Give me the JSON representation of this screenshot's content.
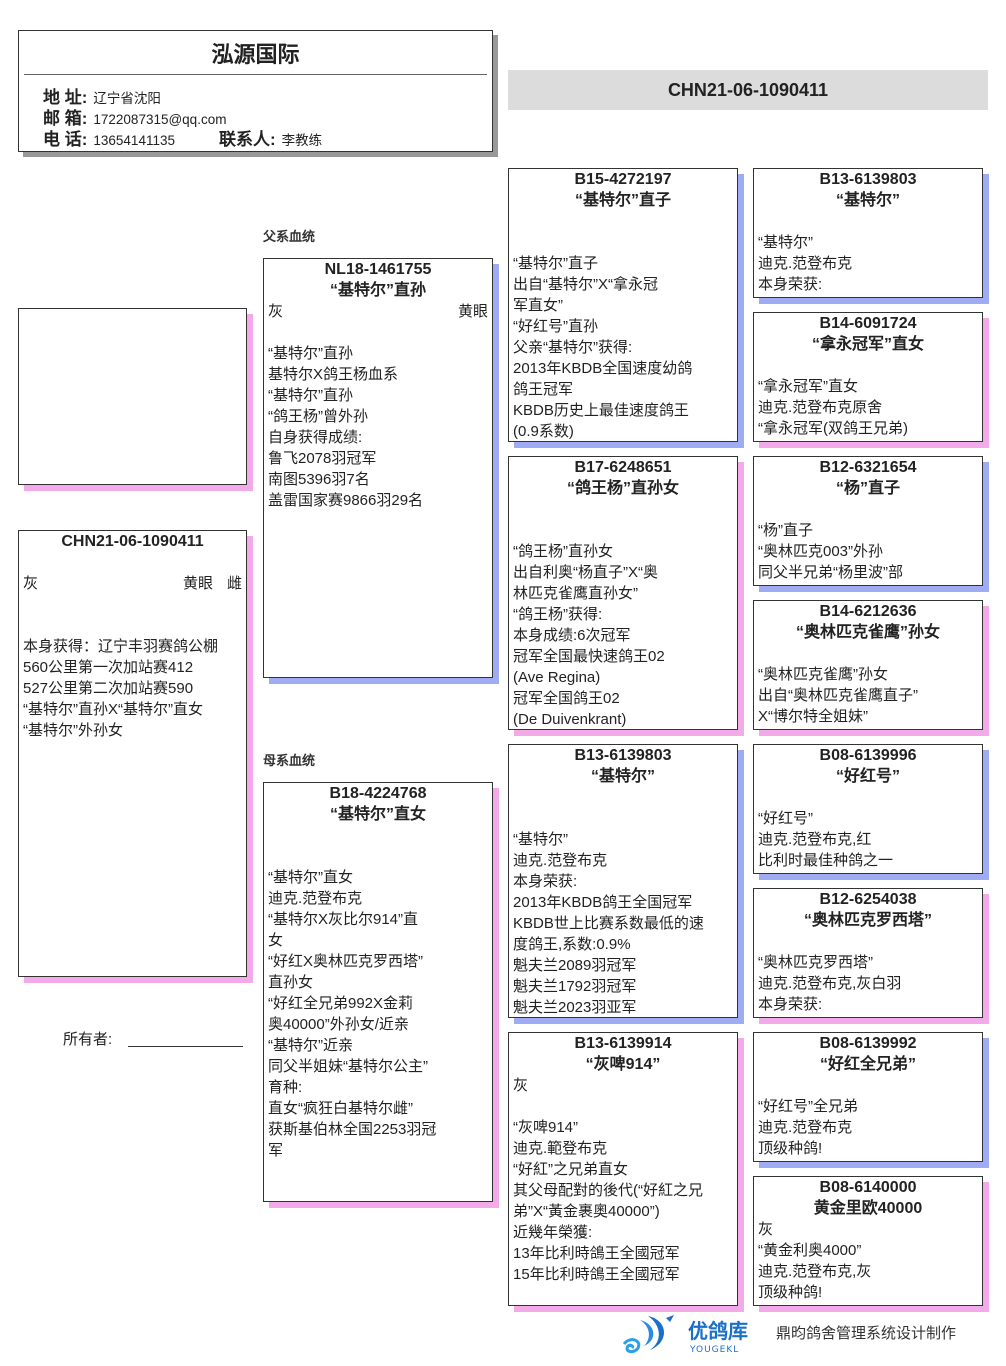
{
  "header": {
    "title": "泓源国际",
    "address_label": "地 址:",
    "address": "辽宁省沈阳",
    "email_label": "邮 箱:",
    "email": "1722087315@qq.com",
    "phone_label": "电 话:",
    "phone": "13654141135",
    "contact_label": "联系人:",
    "contact": "李教练"
  },
  "banner": "CHN21-06-1090411",
  "sections": {
    "sire": "父系血统",
    "dam": "母系血统"
  },
  "owner_label": "所有者:",
  "subject": {
    "id": "CHN21-06-1090411",
    "color": "灰",
    "eye": "黄眼",
    "sex": "雌",
    "lines": [
      "本身获得：辽宁丰羽赛鸽公棚",
      "560公里第一次加站赛412",
      "527公里第二次加站赛590",
      "“基特尔”直孙X“基特尔”直女",
      "“基特尔”外孙女"
    ]
  },
  "sire": {
    "id": "NL18-1461755",
    "name": "“基特尔”直孙",
    "color": "灰",
    "eye": "黄眼",
    "sex": "",
    "lines": [
      "“基特尔”直孙",
      "基特尔X鸽王杨血系",
      "“基特尔”直孙",
      "“鸽王杨”曾外孙",
      "自身获得成绩:",
      "鲁飞2078羽冠军",
      "南图5396羽7名",
      "盖雷国家赛9866羽29名"
    ]
  },
  "dam": {
    "id": "B18-4224768",
    "name": "“基特尔”直女",
    "color": "",
    "eye": "",
    "sex": "",
    "lines": [
      "“基特尔”直女",
      "迪克.范登布克",
      "“基特尔X灰比尔914”直",
      "女",
      "“好红X奥林匹克罗西塔”",
      "直孙女",
      "“好红全兄弟992X金莉",
      "奥40000”外孙女/近亲",
      "“基特尔”近亲",
      "同父半姐妹“基特尔公主”",
      "育种:",
      "直女“疯狂白基特尔雌”",
      "获斯基伯林全国2253羽冠",
      "军"
    ]
  },
  "grandparents": [
    {
      "id": "B15-4272197",
      "name": "“基特尔”直子",
      "color": "",
      "lines": [
        "“基特尔”直子",
        "出自“基特尔”X“拿永冠",
        "军直女”",
        "“好红号”直孙",
        "父亲“基特尔”获得:",
        "2013年KBDB全国速度幼鸽",
        "鸽王冠军",
        "KBDB历史上最佳速度鸽王",
        "(0.9系数)"
      ]
    },
    {
      "id": "B17-6248651",
      "name": "“鸽王杨”直孙女",
      "color": "",
      "lines": [
        "“鸽王杨”直孙女",
        "出自利奥“杨直子”X“奥",
        "林匹克雀鹰直孙女”",
        "“鸽王杨”获得:",
        "本身成绩:6次冠军",
        "冠军全国最快速鸽王02",
        "(Ave Regina)",
        "冠军全国鸽王02",
        "(De Duivenkrant)"
      ]
    },
    {
      "id": "B13-6139803",
      "name": "“基特尔”",
      "color": "",
      "lines": [
        "“基特尔”",
        "迪克.范登布克",
        "本身荣获:",
        "2013年KBDB鸽王全国冠军",
        "KBDB世上比赛系数最低的速",
        "度鸽王,系数:0.9%",
        "魁夫兰2089羽冠军",
        "魁夫兰1792羽冠军",
        "魁夫兰2023羽亚军"
      ]
    },
    {
      "id": "B13-6139914",
      "name": "“灰啤914”",
      "color": "灰",
      "lines": [
        "“灰啤914”",
        "迪克.範登布克",
        "“好紅”之兄弟直女",
        "其父母配對的後代(“好紅之兄",
        "弟”X“黃金裹奧40000”)",
        "近幾年榮獲:",
        "13年比利時鴿王全國冠军",
        "15年比利時鴿王全國冠军"
      ]
    }
  ],
  "great_grandparents": [
    {
      "id": "B13-6139803",
      "name": "“基特尔”",
      "color": "",
      "lines": [
        "“基特尔”",
        "迪克.范登布克",
        "本身荣获:"
      ]
    },
    {
      "id": "B14-6091724",
      "name": "“拿永冠军”直女",
      "color": "",
      "lines": [
        "“拿永冠军”直女",
        "迪克.范登布克原舍",
        "“拿永冠军(双鸽王兄弟)"
      ]
    },
    {
      "id": "B12-6321654",
      "name": "“杨”直子",
      "color": "",
      "lines": [
        "“杨”直子",
        "“奥林匹克003”外孙",
        "同父半兄弟“杨里波”部"
      ]
    },
    {
      "id": "B14-6212636",
      "name": "“奥林匹克雀鹰”孙女",
      "color": "",
      "lines": [
        "“奥林匹克雀鹰”孙女",
        "出自“奥林匹克雀鹰直子”",
        "X“博尔特全姐妹”"
      ]
    },
    {
      "id": "B08-6139996",
      "name": "“好红号”",
      "color": "",
      "lines": [
        "“好红号”",
        "迪克.范登布克,红",
        "比利时最佳种鸽之一"
      ]
    },
    {
      "id": "B12-6254038",
      "name": "“奥林匹克罗西塔”",
      "color": "",
      "lines": [
        "“奥林匹克罗西塔”",
        "迪克.范登布克,灰白羽",
        "本身荣获:"
      ]
    },
    {
      "id": "B08-6139992",
      "name": "“好红全兄弟”",
      "color": "",
      "lines": [
        "“好红号”全兄弟",
        "迪克.范登布克",
        "顶级种鸽!"
      ]
    },
    {
      "id": "B08-6140000",
      "name": "黄金里欧40000",
      "color": "灰",
      "lines": [
        "“黄金利奥4000”",
        "迪克.范登布克,灰",
        "顶级种鸽!"
      ]
    }
  ],
  "footer": {
    "logo_text": "优鸽库",
    "logo_sub": "YOUGEKL",
    "credit": "鼎昀鸽舍管理系统设计制作"
  },
  "colors": {
    "male_shadow": "#9fabf2",
    "female_shadow": "#f2aae8"
  }
}
